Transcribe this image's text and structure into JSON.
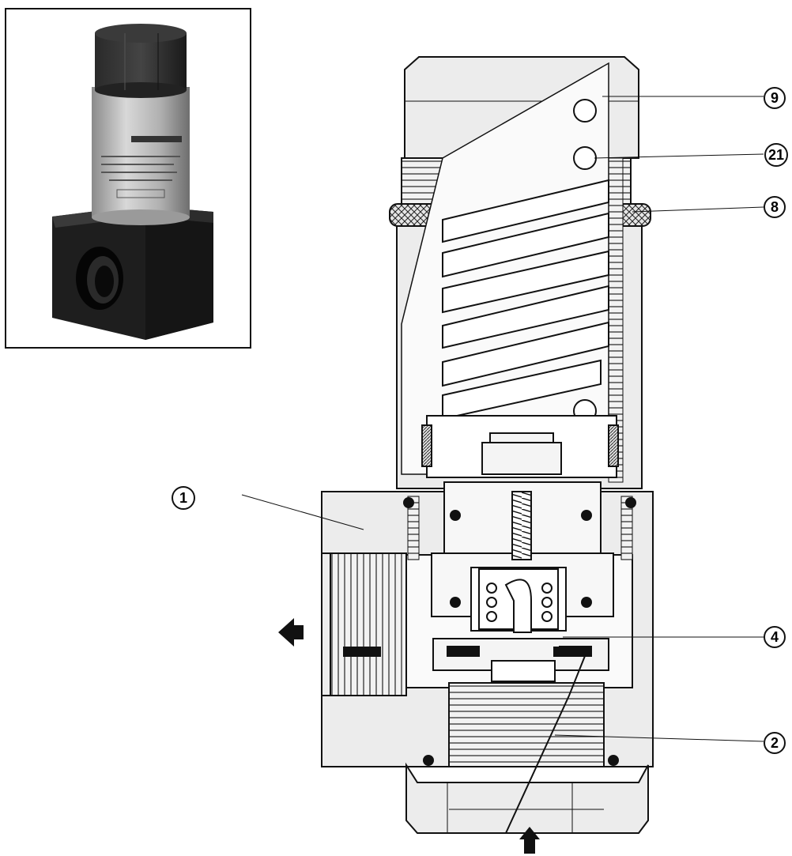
{
  "callouts": [
    {
      "id": "9",
      "label": "9"
    },
    {
      "id": "21",
      "label": "21"
    },
    {
      "id": "8",
      "label": "8"
    },
    {
      "id": "1",
      "label": "1"
    },
    {
      "id": "4",
      "label": "4"
    },
    {
      "id": "2",
      "label": "2"
    }
  ],
  "icons": {
    "outlet_arrow": "arrow-left-icon",
    "inlet_arrow": "arrow-up-icon"
  },
  "colors": {
    "line": "#111111",
    "fill_body": "#ececec",
    "photo_body": "#1a1a1a",
    "photo_sleeve": "#b8b8b8"
  }
}
